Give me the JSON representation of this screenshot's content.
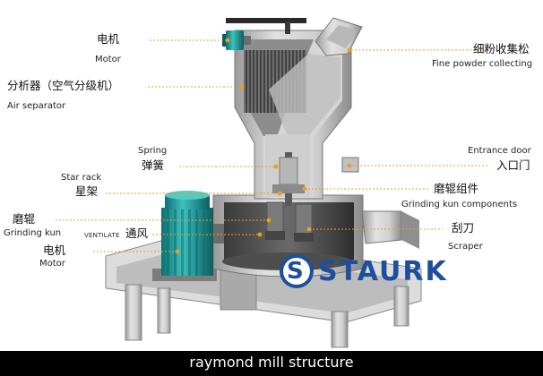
{
  "caption": "raymond mill structure",
  "brand": {
    "logo_letter": "S",
    "logo_text": "STAURK",
    "color": "#1e4f9c"
  },
  "labels": {
    "motor_top": {
      "zh": "电机",
      "en": "Motor"
    },
    "air_separator": {
      "zh": "分析器（空气分级机）",
      "en": "Air separator"
    },
    "spring": {
      "zh": "弹簧",
      "en": "Spring"
    },
    "star_rack": {
      "zh": "星架",
      "en": "Star rack"
    },
    "grinding_kun_left": {
      "zh": "磨辊",
      "en": "Grinding kun"
    },
    "ventilate": {
      "zh": "通风",
      "en": "VENTILATE"
    },
    "motor_bottom": {
      "zh": "电机",
      "en": "Motor"
    },
    "fine_powder": {
      "zh": "细粉收集松",
      "en": "Fine powder collecting"
    },
    "entrance_door": {
      "zh": "入口门",
      "en": "Entrance door"
    },
    "grinding_components": {
      "zh": "磨辊组件",
      "en": "Grinding kun components"
    },
    "scraper": {
      "zh": "刮刀",
      "en": "Scraper"
    }
  },
  "colors": {
    "leader": "#e8a020",
    "motor": "#1f9a9a",
    "frame": "#c9c9c9",
    "caption_bg": "#000000"
  }
}
